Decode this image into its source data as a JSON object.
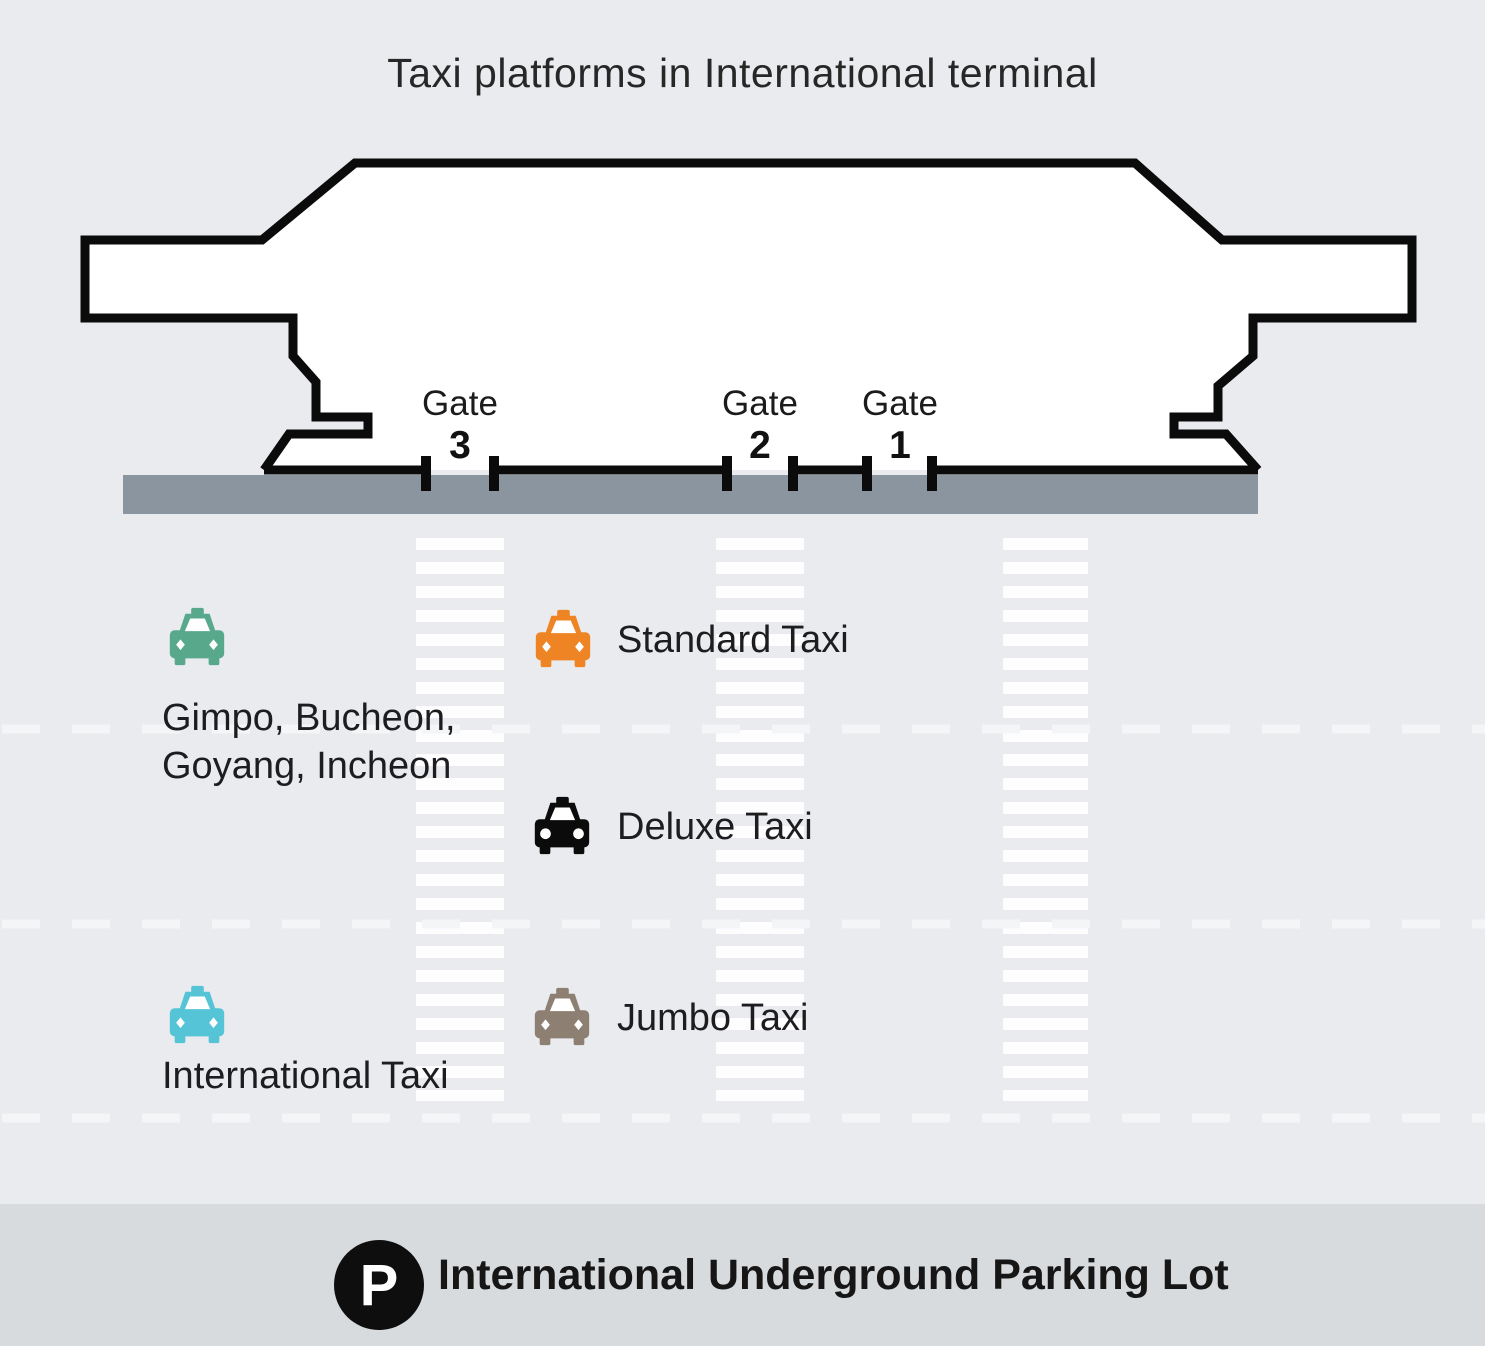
{
  "title": "Taxi platforms in International terminal",
  "terminal": {
    "gates": [
      {
        "label": "Gate",
        "number": "3"
      },
      {
        "label": "Gate",
        "number": "2"
      },
      {
        "label": "Gate",
        "number": "1"
      }
    ]
  },
  "legend": {
    "regional": {
      "color": "#58a98c",
      "lines": [
        "Gimpo, Bucheon,",
        "Goyang, Incheon"
      ]
    },
    "standard": {
      "color": "#ee8424",
      "label": "Standard Taxi"
    },
    "deluxe": {
      "color": "#0b0b0b",
      "label": "Deluxe Taxi"
    },
    "jumbo": {
      "color": "#8d7f72",
      "label": "Jumbo Taxi"
    },
    "international": {
      "color": "#54c4d6",
      "label": "International Taxi"
    }
  },
  "parking": {
    "symbol": "P",
    "label": "International Underground Parking Lot"
  },
  "colors": {
    "background": "#e9ebee",
    "terminal_fill": "#ffffff",
    "terminal_outline": "#0b0b0b",
    "road": "#8b959f",
    "crosswalk_stripe": "#fdfdfd",
    "lane_dash": "#f3f5f7",
    "footer_band": "#d8dbde",
    "parking_circle": "#0e0e0e"
  }
}
